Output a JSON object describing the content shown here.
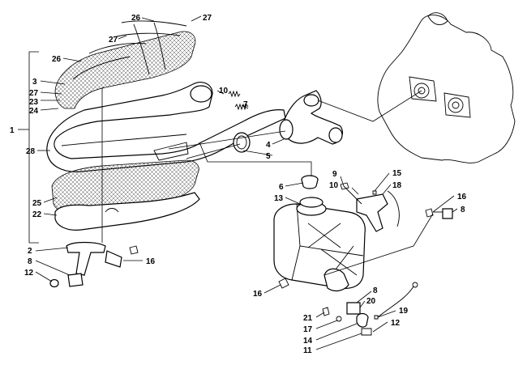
{
  "callouts": {
    "c1": "1",
    "c2": "2",
    "c3": "3",
    "c4": "4",
    "c5": "5",
    "c6": "6",
    "c7": "7",
    "c8a": "8",
    "c8b": "8",
    "c8c": "8",
    "c9": "9",
    "c10a": "10",
    "c10b": "10",
    "c11": "11",
    "c12a": "12",
    "c12b": "12",
    "c13": "13",
    "c14": "14",
    "c15": "15",
    "c16a": "16",
    "c16b": "16",
    "c16c": "16",
    "c17": "17",
    "c18": "18",
    "c19": "19",
    "c20": "20",
    "c21": "21",
    "c22": "22",
    "c23": "23",
    "c24": "24",
    "c25": "25",
    "c26a": "26",
    "c26b": "26",
    "c27a": "27",
    "c27b": "27",
    "c27c": "27",
    "c28": "28"
  }
}
